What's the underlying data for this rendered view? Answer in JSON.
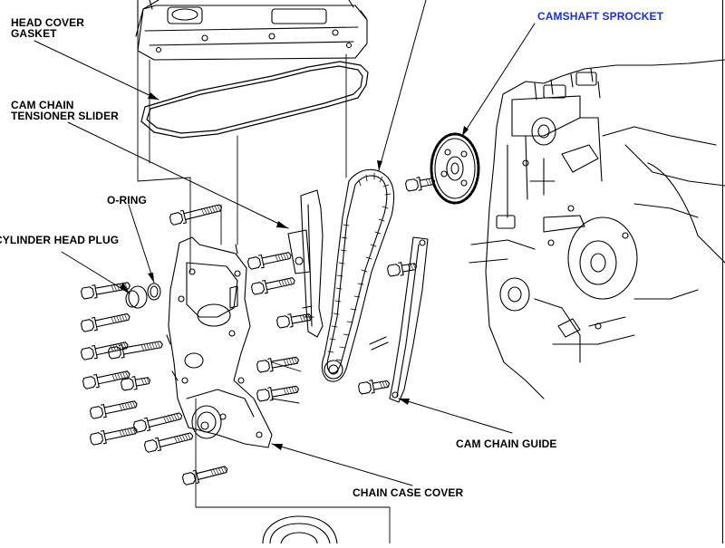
{
  "labels": {
    "head_cover_gasket": "HEAD COVER\nGASKET",
    "cam_chain_tensioner_slider": "CAM CHAIN\nTENSIONER SLIDER",
    "o_ring": "O-RING",
    "cylinder_head_plug": "CYLINDER HEAD PLUG",
    "camshaft_sprocket": "CAMSHAFT SPROCKET",
    "cam_chain_guide": "CAM CHAIN GUIDE",
    "chain_case_cover": "CHAIN CASE COVER"
  },
  "colors": {
    "line": "#000000",
    "highlight_label": "#1a33cc",
    "background": "#ffffff"
  }
}
